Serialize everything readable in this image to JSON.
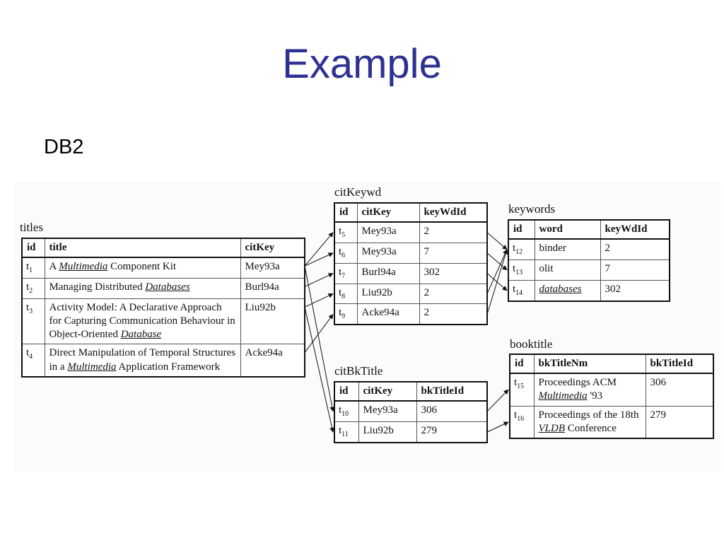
{
  "slide": {
    "title": "Example",
    "subtitle": "DB2"
  },
  "tables": {
    "titles": {
      "caption": "titles",
      "headers": [
        "id",
        "title",
        "citKey"
      ],
      "rows": [
        {
          "id_base": "t",
          "id_sub": "1",
          "title_html": "A <span class=\"u\">Multimedia</span> Component Kit",
          "citKey": "Mey93a"
        },
        {
          "id_base": "t",
          "id_sub": "2",
          "title_html": "Managing Distributed <span class=\"u\">Databases</span>",
          "citKey": "Burl94a"
        },
        {
          "id_base": "t",
          "id_sub": "3",
          "title_html": "Activity Model: A Declarative Approach for Capturing Communication Behaviour in Object-Oriented <span class=\"u\">Database</span>",
          "citKey": "Liu92b"
        },
        {
          "id_base": "t",
          "id_sub": "4",
          "title_html": "Direct Manipulation of Temporal Structures in a <span class=\"u\">Multimedia</span> Application Framework",
          "citKey": "Acke94a"
        }
      ]
    },
    "citKeywd": {
      "caption": "citKeywd",
      "headers": [
        "id",
        "citKey",
        "keyWdId"
      ],
      "rows": [
        {
          "id_base": "t",
          "id_sub": "5",
          "citKey": "Mey93a",
          "keyWdId": "2"
        },
        {
          "id_base": "t",
          "id_sub": "6",
          "citKey": "Mey93a",
          "keyWdId": "7"
        },
        {
          "id_base": "t",
          "id_sub": "7",
          "citKey": "Burl94a",
          "keyWdId": "302"
        },
        {
          "id_base": "t",
          "id_sub": "8",
          "citKey": "Liu92b",
          "keyWdId": "2"
        },
        {
          "id_base": "t",
          "id_sub": "9",
          "citKey": "Acke94a",
          "keyWdId": "2"
        }
      ]
    },
    "keywords": {
      "caption": "keywords",
      "headers": [
        "id",
        "word",
        "keyWdId"
      ],
      "rows": [
        {
          "id_base": "t",
          "id_sub": "12",
          "word_html": "binder",
          "keyWdId": "2"
        },
        {
          "id_base": "t",
          "id_sub": "13",
          "word_html": "olit",
          "keyWdId": "7"
        },
        {
          "id_base": "t",
          "id_sub": "14",
          "word_html": "<span class=\"u\">databases</span>",
          "keyWdId": "302"
        }
      ]
    },
    "citBkTitle": {
      "caption": "citBkTitle",
      "headers": [
        "id",
        "citKey",
        "bkTitleId"
      ],
      "rows": [
        {
          "id_base": "t",
          "id_sub": "10",
          "citKey": "Mey93a",
          "bkTitleId": "306"
        },
        {
          "id_base": "t",
          "id_sub": "11",
          "citKey": "Liu92b",
          "bkTitleId": "279"
        }
      ]
    },
    "booktitle": {
      "caption": "booktitle",
      "headers": [
        "id",
        "bkTitleNm",
        "bkTitleId"
      ],
      "rows": [
        {
          "id_base": "t",
          "id_sub": "15",
          "name_html": "Proceedings ACM <span class=\"u\">Multimedia</span> '93",
          "bkTitleId": "306"
        },
        {
          "id_base": "t",
          "id_sub": "16",
          "name_html": "Proceedings of the 18th <span class=\"u\">VLDB</span> Conference",
          "bkTitleId": "279"
        }
      ]
    }
  }
}
